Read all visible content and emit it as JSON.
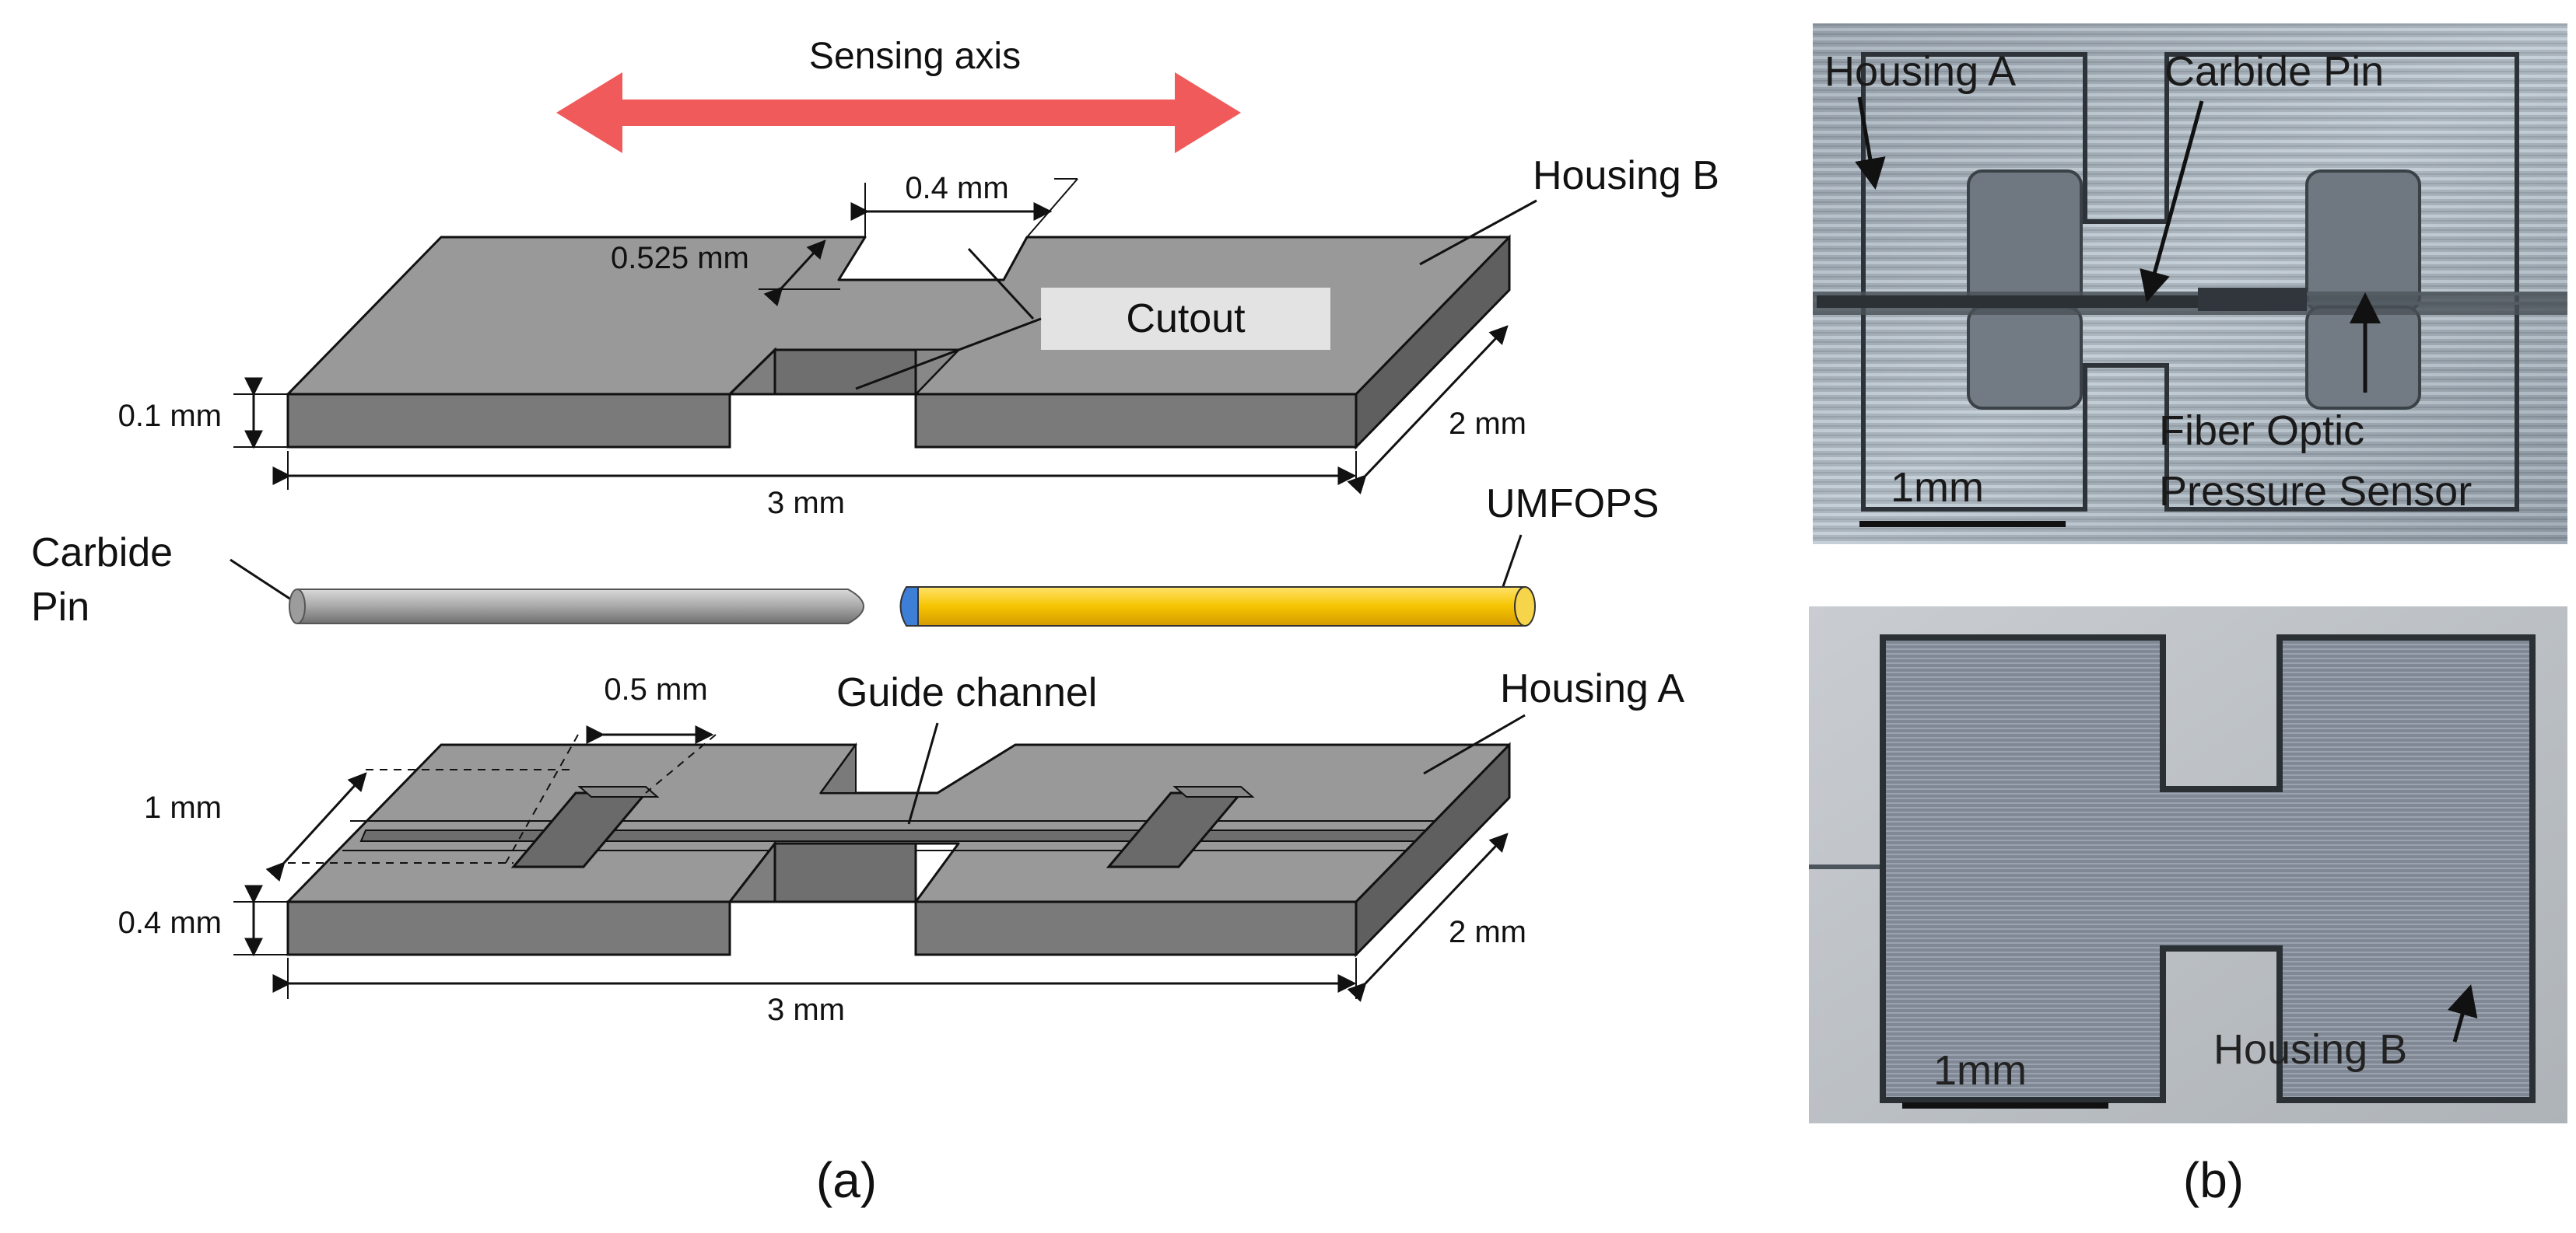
{
  "panel_a": {
    "sensing_axis": "Sensing axis",
    "colors": {
      "arrow": "#f05a5a",
      "housing_top": "#9a9a9a",
      "housing_front": "#7a7a7a",
      "umfops": "#f6c400",
      "umfops_tip": "#3d7fd6"
    },
    "housing_b": {
      "label": "Housing B",
      "cutout_label": "Cutout",
      "dim_depth": "0.525 mm",
      "dim_gap": "0.4 mm",
      "dim_thickness": "0.1 mm",
      "dim_width": "2 mm",
      "dim_length": "3 mm"
    },
    "middle": {
      "carbide_pin_line1": "Carbide",
      "carbide_pin_line2": "Pin",
      "umfops": "UMFOPS"
    },
    "housing_a": {
      "label": "Housing A",
      "guide_channel": "Guide channel",
      "dim_pocket": "0.5 mm",
      "dim_inner": "1 mm",
      "dim_thickness": "0.4 mm",
      "dim_width": "2 mm",
      "dim_length": "3 mm"
    },
    "caption": "(a)"
  },
  "panel_b": {
    "top_photo": {
      "housing_a": "Housing A",
      "carbide_pin": "Carbide Pin",
      "fiber_line1": "Fiber Optic",
      "fiber_line2": "Pressure Sensor",
      "scale": "1mm"
    },
    "bottom_photo": {
      "housing_b": "Housing B",
      "scale": "1mm"
    },
    "caption": "(b)"
  }
}
